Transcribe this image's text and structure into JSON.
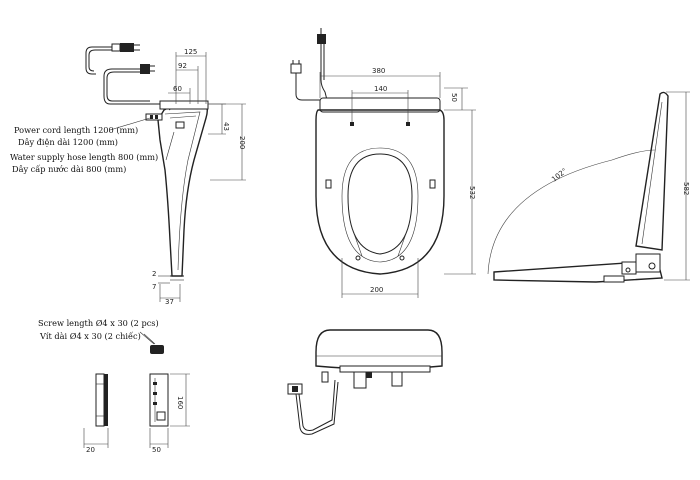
{
  "labels": {
    "power_cord_en": "Power cord length 1200 (mm)",
    "power_cord_vi": "Dây điện dài 1200 (mm)",
    "water_hose_en": "Water supply hose length 800 (mm)",
    "water_hose_vi": "Dây cấp nước dài 800 (mm)",
    "screw_en": "Screw length Ø4 x 30 (2 pcs)",
    "screw_vi": "Vít dài Ø4 x 30 (2 chiếc)"
  },
  "dimensions": {
    "side_top_125": "125",
    "side_92": "92",
    "side_60": "60",
    "side_43": "43",
    "side_200": "200",
    "side_2": "2",
    "side_7": "7",
    "side_37": "37",
    "top_380": "380",
    "top_140": "140",
    "top_50": "50",
    "top_532": "532",
    "top_200_bottom": "200",
    "profile_102": "102°",
    "profile_582": "582",
    "bracket_160": "160",
    "bracket_20": "20",
    "bracket_50": "50"
  }
}
